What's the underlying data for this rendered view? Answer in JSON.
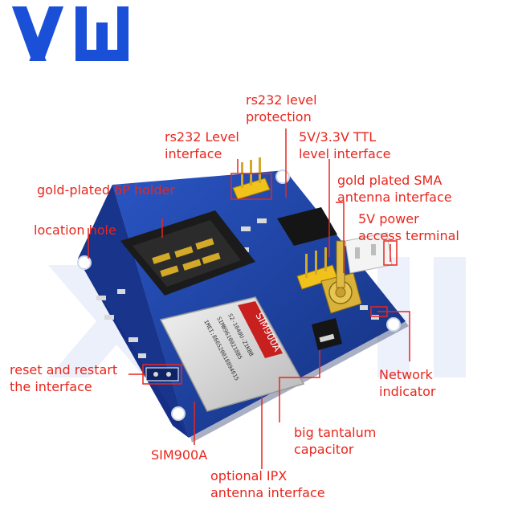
{
  "logo": {
    "text": "XW"
  },
  "module": {
    "name": "SIM900A",
    "chip_lines": [
      "S2-1040U-Z1KBB",
      "SIMB96100218B5",
      "IMEI:866520018894615"
    ]
  },
  "annotations": {
    "rs232_level_protection": [
      "rs232 level",
      "protection"
    ],
    "rs232_level_interface": [
      "rs232 Level",
      "interface"
    ],
    "ttl_level_interface": [
      "5V/3.3V TTL",
      "level interface"
    ],
    "gold_plated_6p_holder": "gold-plated 6P holder",
    "sma_antenna_interface": [
      "gold plated SMA",
      "antenna interface"
    ],
    "power_access_terminal": [
      "5V power",
      "access terminal"
    ],
    "location_hole": "location hole",
    "reset_restart_interface": [
      "reset and restart",
      "the interface"
    ],
    "network_indicator": [
      "Network",
      "indicator"
    ],
    "big_tantalum_capacitor": [
      "big tantalum",
      "capacitor"
    ],
    "sim900a_module": "SIM900A",
    "optional_ipx_antenna_interface": [
      "optional IPX",
      "antenna interface"
    ]
  },
  "colors": {
    "label": "#e8261d",
    "leader_line": "#e8261d",
    "pcb": "#1e3f9e",
    "logo": "#1a4fd8",
    "module_shield": "#d6d6d6",
    "header_pins": "#f2c21c"
  }
}
